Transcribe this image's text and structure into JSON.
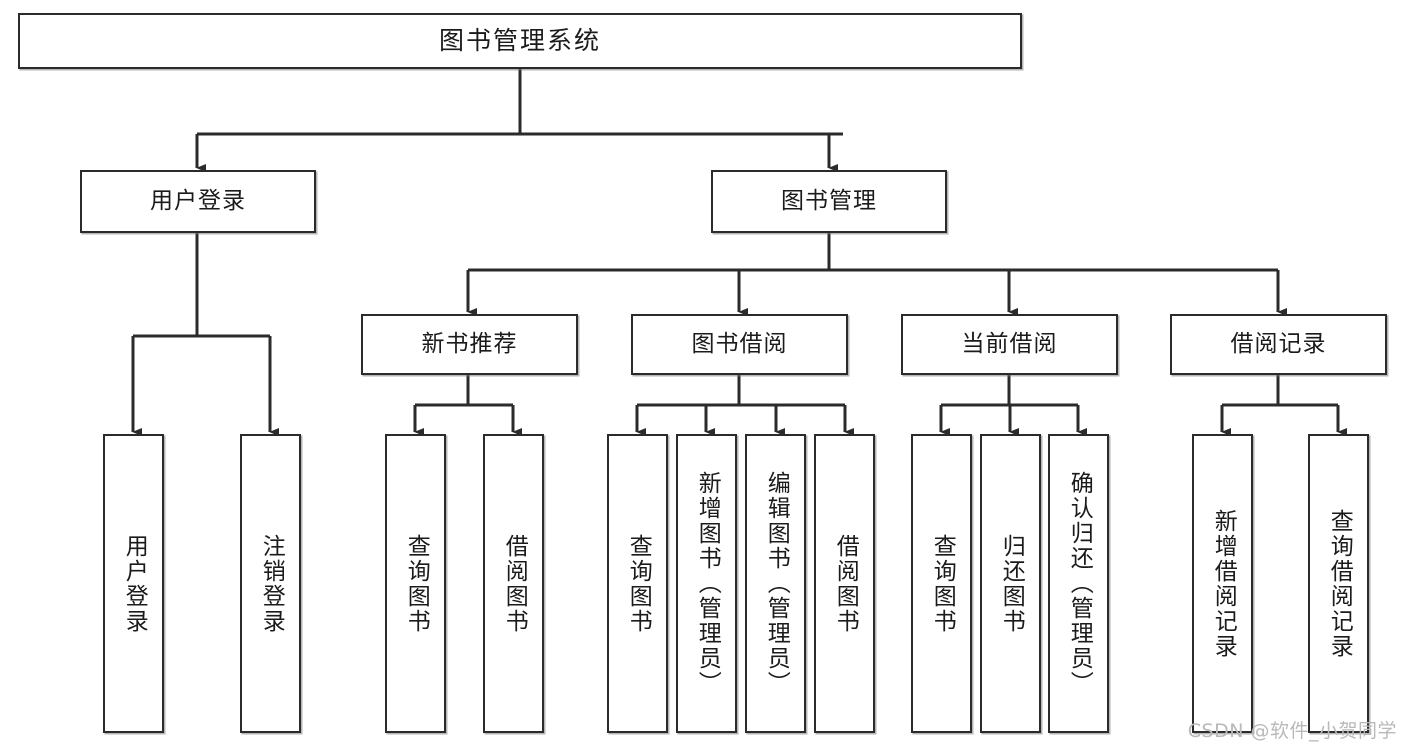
{
  "diagram": {
    "title": "图书管理系统",
    "watermark": "CSDN @软件_小贺同学",
    "stroke_color": "#2b2b2b",
    "fill_color": "#ffffff",
    "text_color": "#1b1b1b",
    "watermark_color": "#b9b9b9",
    "nodes": {
      "root": {
        "label": "图书管理系统"
      },
      "level1": [
        {
          "label": "用户登录"
        },
        {
          "label": "图书管理"
        }
      ],
      "level2": [
        {
          "label": "新书推荐"
        },
        {
          "label": "图书借阅"
        },
        {
          "label": "当前借阅"
        },
        {
          "label": "借阅记录"
        }
      ],
      "leaves": {
        "user_login": [
          {
            "label": "用户登录"
          },
          {
            "label": "注销登录"
          }
        ],
        "new_book": [
          {
            "label": "查询图书"
          },
          {
            "label": "借阅图书"
          }
        ],
        "book_borrow": [
          {
            "label": "查询图书"
          },
          {
            "label": "新增图书（管理员）"
          },
          {
            "label": "编辑图书（管理员）"
          },
          {
            "label": "借阅图书"
          }
        ],
        "current_borrow": [
          {
            "label": "查询图书"
          },
          {
            "label": "归还图书"
          },
          {
            "label": "确认归还（管理员）"
          }
        ],
        "borrow_record": [
          {
            "label": "新增借阅记录"
          },
          {
            "label": "查询借阅记录"
          }
        ]
      }
    }
  }
}
